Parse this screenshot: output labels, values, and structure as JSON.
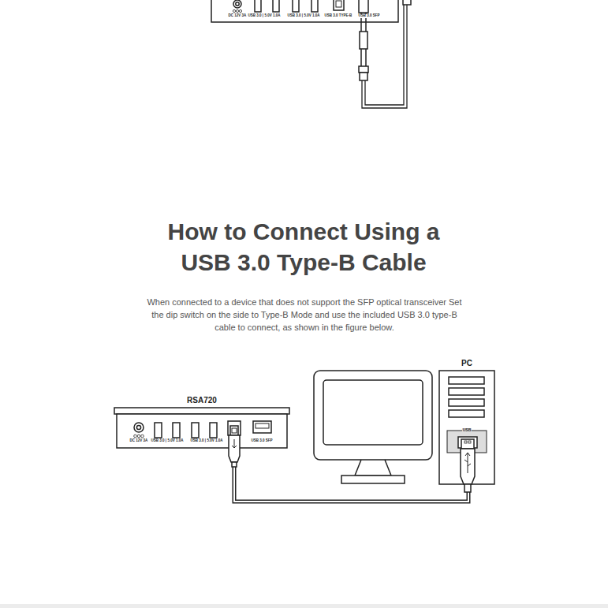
{
  "diagram": {
    "title": "How to Connect Using a USB 3.0 Type-B Cable",
    "nodes": [
      {
        "text": [
          "RSA720"
        ]
      },
      {
        "text": [
          "PC"
        ]
      }
    ],
    "edges": [
      {
        "from": 0,
        "to": 1,
        "arrow": "none"
      }
    ],
    "labels": [
      "DC 12V 3A",
      "USB 3.0 | 5.0V 1.0A",
      "USB 3.0 | 5.0V 1.0A",
      "USB 3.0 TYPE-B",
      "USB 3.0 SFP",
      "When connected to a device that does not support the SFP optical transceiver Set the dip switch on the side to Type-B Mode and use the included USB 3.0 type-B cable to connect, as shown in the figure below.",
      "DC 12V 3A",
      "USB 3.0 | 5.0V 1.0A",
      "USB 3.0 | 5.0V 1.0A",
      "USB 3.0 SFP",
      "USB"
    ]
  }
}
